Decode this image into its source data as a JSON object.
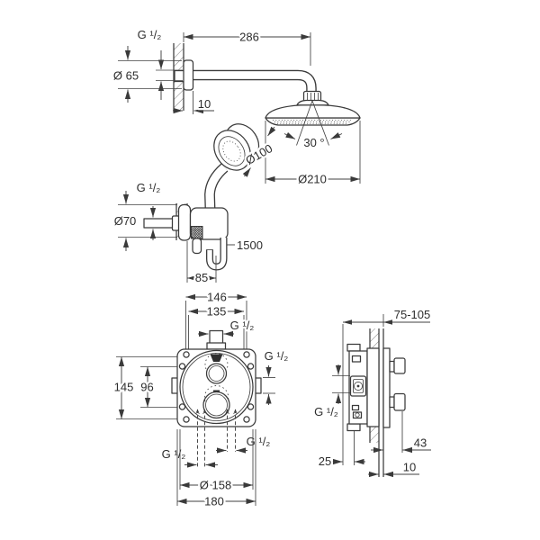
{
  "drawing": {
    "head_shower": {
      "thread_label": "G ¹/₂",
      "arm_length": "286",
      "flange_dia": "Ø 65",
      "wall_gap": "10",
      "spray_angle": "30 °",
      "head_dia": "Ø210"
    },
    "hand_shower": {
      "dia": "Ø100",
      "holder_thread": "G ¹/₂",
      "holder_flange_dia": "Ø70",
      "hose_length": "1500",
      "holder_offset": "85"
    },
    "valve_front": {
      "width_outer": "146",
      "width_inner": "135",
      "inlet_thread": "G ¹/₂",
      "side_outlet_thread": "G ¹/₂",
      "height": "145",
      "port_spacing": "96",
      "bottom_left_thread": "G ¹/₂",
      "bottom_right_thread": "G ¹/₂",
      "trim_dia": "Ø 158",
      "box_width": "180"
    },
    "valve_side": {
      "install_depth": "75-105",
      "connection_thread": "G ¹/₂",
      "knob_protrusion": "43",
      "body_depth": "25",
      "wall_thickness": "10"
    }
  }
}
